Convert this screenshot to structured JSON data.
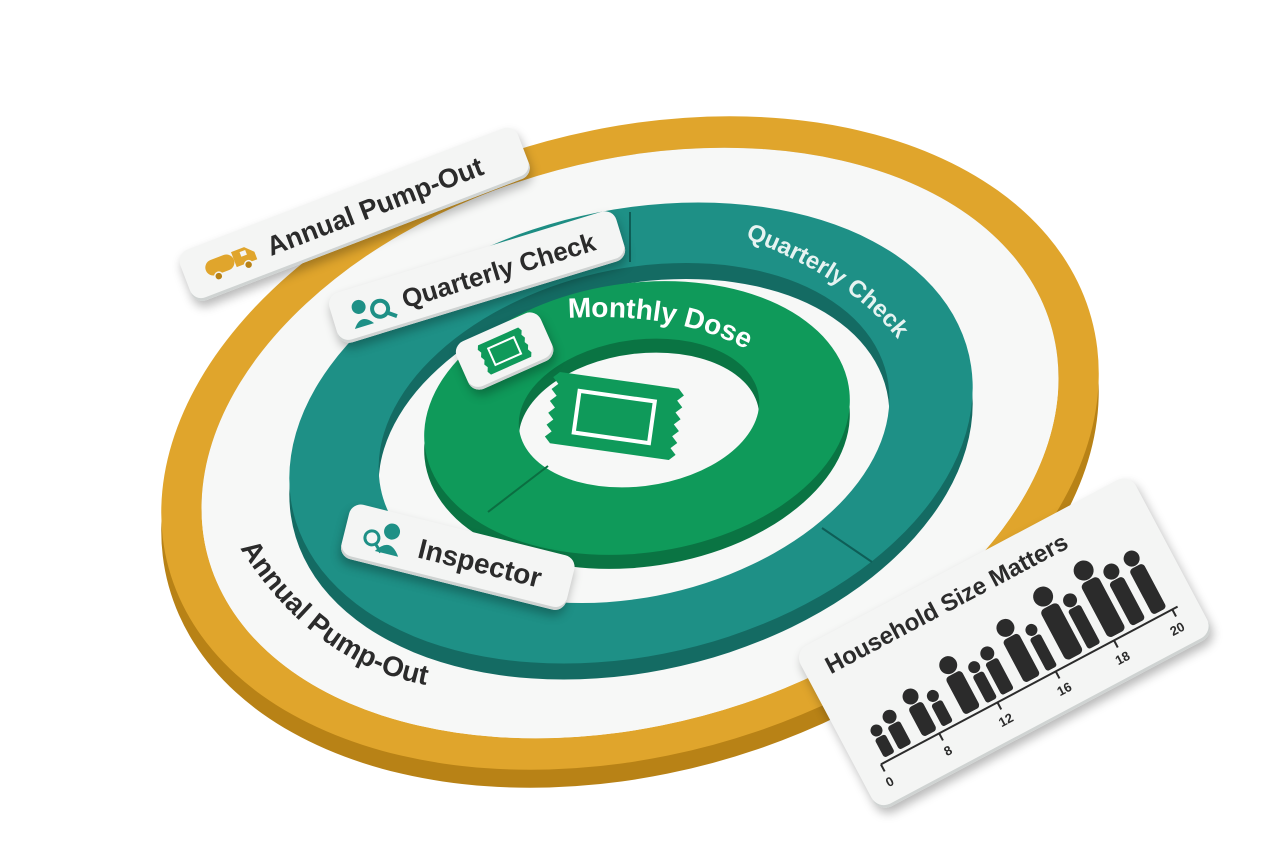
{
  "colors": {
    "annual": "#E0A52C",
    "annual_dark": "#B88216",
    "quarterly": "#1E9086",
    "quarterly_dark": "#146B63",
    "monthly": "#0F9A5A",
    "monthly_dark": "#0A7443",
    "card": "#F4F5F4",
    "text": "#2B2B2B"
  },
  "rings": {
    "annual_label": "Annual Pump-Out",
    "quarterly_label": "Quarterly Check",
    "monthly_label": "Monthly Dose"
  },
  "cards": {
    "annual": {
      "label": "Annual Pump-Out",
      "icon": "truck-icon"
    },
    "quarterly": {
      "label": "Quarterly Check",
      "icon": "inspector-icon"
    },
    "monthly": {
      "icon": "packet-icon"
    },
    "inspector": {
      "label": "Inspector",
      "icon": "inspector-icon"
    },
    "household": {
      "title": "Household Size Matters",
      "icon": "family-icon",
      "scale": [
        "0",
        "8",
        "12",
        "16",
        "18",
        "20"
      ]
    }
  }
}
